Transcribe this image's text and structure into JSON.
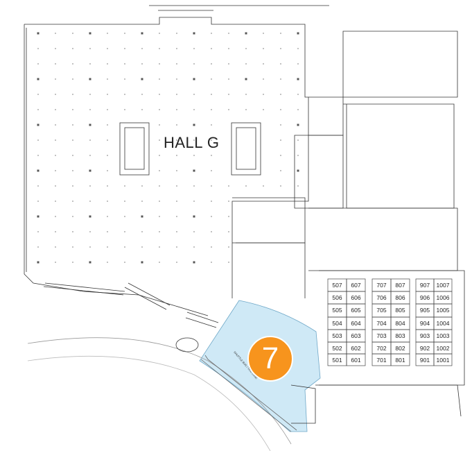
{
  "map": {
    "hall_label": "HALL G",
    "highlight_marker": "7",
    "lane_label": "SHUTTLE BUS / TAXI LANE",
    "colors": {
      "highlight_area": "#cfe9f6",
      "marker": "#f7941d",
      "lines": "#333333"
    },
    "room_blocks": [
      {
        "columns": [
          [
            "507",
            "506",
            "505",
            "504",
            "503",
            "502",
            "501"
          ],
          [
            "607",
            "606",
            "605",
            "604",
            "603",
            "602",
            "601"
          ]
        ]
      },
      {
        "columns": [
          [
            "707",
            "706",
            "705",
            "704",
            "703",
            "702",
            "701"
          ],
          [
            "807",
            "806",
            "805",
            "804",
            "803",
            "802",
            "801"
          ]
        ]
      },
      {
        "columns": [
          [
            "907",
            "906",
            "905",
            "904",
            "903",
            "902",
            "901"
          ],
          [
            "1007",
            "1006",
            "1005",
            "1004",
            "1003",
            "1002",
            "1001"
          ]
        ]
      }
    ]
  }
}
